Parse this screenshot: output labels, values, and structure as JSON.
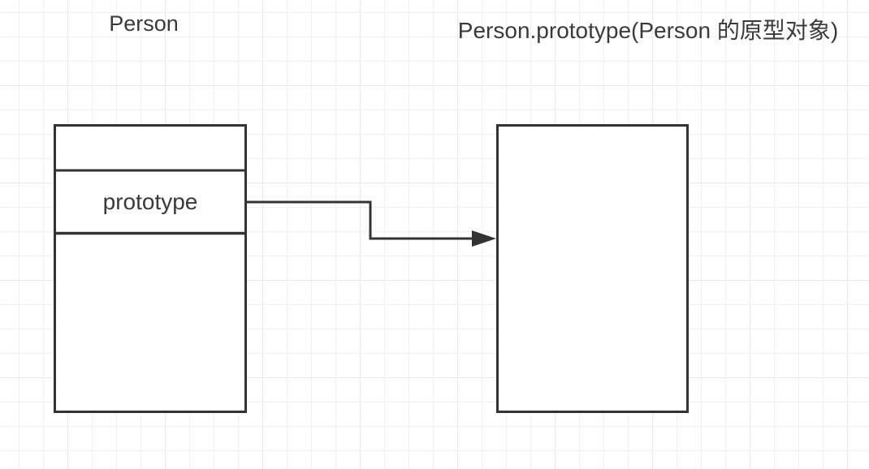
{
  "canvas": {
    "background_color": "#ffffff",
    "grid": {
      "minor_color": "#f1f1f1",
      "major_color": "#e3e3e3"
    }
  },
  "diagram": {
    "person_node": {
      "title": "Person",
      "prototype_slot_label": "prototype"
    },
    "prototype_object_node": {
      "title": "Person.prototype(Person 的原型对象)"
    }
  },
  "colors": {
    "shape_stroke": "#333333",
    "text": "#3a3a3a",
    "arrow": "#333333"
  }
}
